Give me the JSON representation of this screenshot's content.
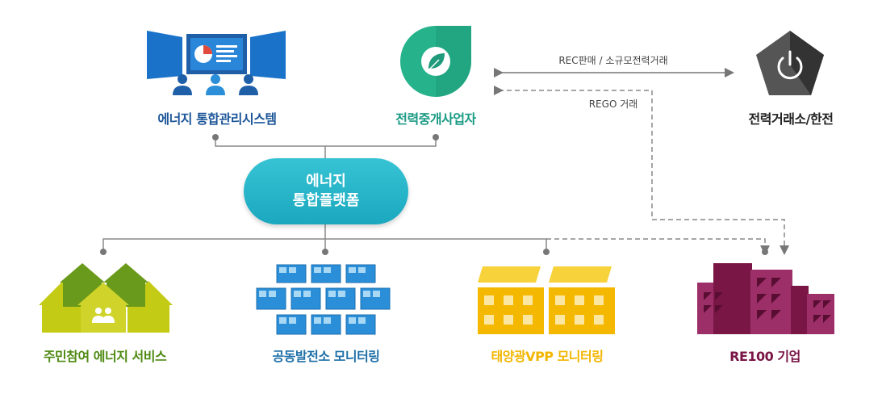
{
  "nodes": {
    "ems": {
      "label": "에너지 통합관리시스템",
      "color": "#1e5799"
    },
    "broker": {
      "label": "전력중개사업자",
      "color": "#1a9a84"
    },
    "exchange": {
      "label": "전력거래소/한전",
      "color": "#222222"
    },
    "platform": {
      "line1": "에너지",
      "line2": "통합플랫폼"
    },
    "community": {
      "label": "주민참여 에너지 서비스",
      "color": "#4e8a12"
    },
    "public_plant": {
      "label": "공동발전소 모니터링",
      "color": "#1e6fa8"
    },
    "solar_vpp": {
      "label": "태양광VPP 모니터링",
      "color": "#f2b600"
    },
    "re100": {
      "label": "RE100 기업",
      "color": "#7a1646"
    }
  },
  "edges": {
    "rec_sale": "REC판매 / 소규모전력거래",
    "rego": "REGO 거래"
  }
}
